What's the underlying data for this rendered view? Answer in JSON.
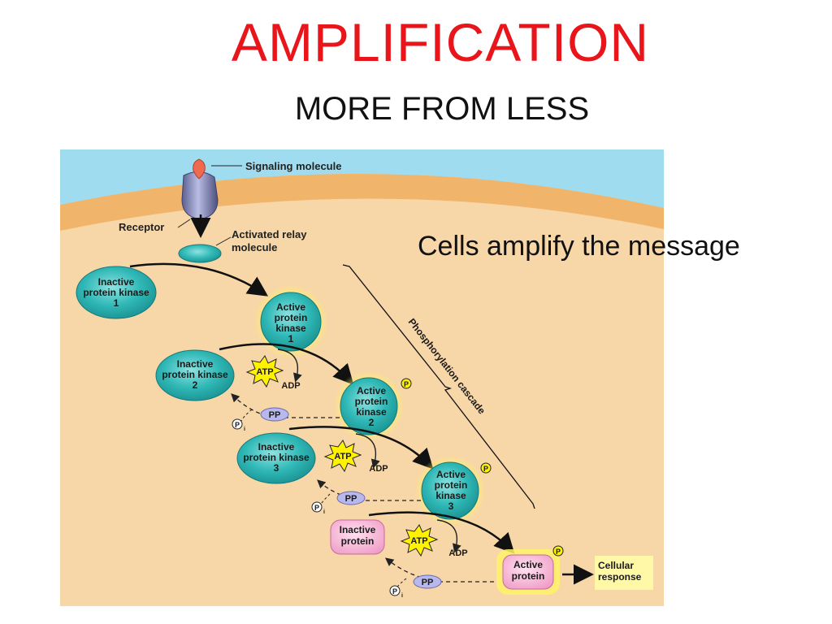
{
  "slide": {
    "title": "AMPLIFICATION",
    "subtitle": "MORE FROM LESS",
    "side_text": "Cells amplify the message"
  },
  "colors": {
    "title": "#e8151b",
    "extracellular": "#9fdcef",
    "membrane": "#f0b46a",
    "cytoplasm": "#f7d6a8",
    "kinase": "#29b3b3",
    "glow": "#fff36a",
    "protein": "#f2a6cc",
    "phosphatase": "#b8b8ec"
  },
  "diagram": {
    "signaling_molecule": "Signaling molecule",
    "receptor": "Receptor",
    "relay_line1": "Activated relay",
    "relay_line2": "molecule",
    "ipk1": [
      "Inactive",
      "protein kinase",
      "1"
    ],
    "apk1": [
      "Active",
      "protein",
      "kinase",
      "1"
    ],
    "ipk2": [
      "Inactive",
      "protein kinase",
      "2"
    ],
    "apk2": [
      "Active",
      "protein",
      "kinase",
      "2"
    ],
    "ipk3": [
      "Inactive",
      "protein kinase",
      "3"
    ],
    "apk3": [
      "Active",
      "protein",
      "kinase",
      "3"
    ],
    "inactive_protein": [
      "Inactive",
      "protein"
    ],
    "active_protein": [
      "Active",
      "protein"
    ],
    "atp": "ATP",
    "adp": "ADP",
    "pp": "PP",
    "p": "P",
    "pi_sub": "i",
    "cascade": "Phosphorylation cascade",
    "cellular_response": [
      "Cellular",
      "response"
    ]
  }
}
